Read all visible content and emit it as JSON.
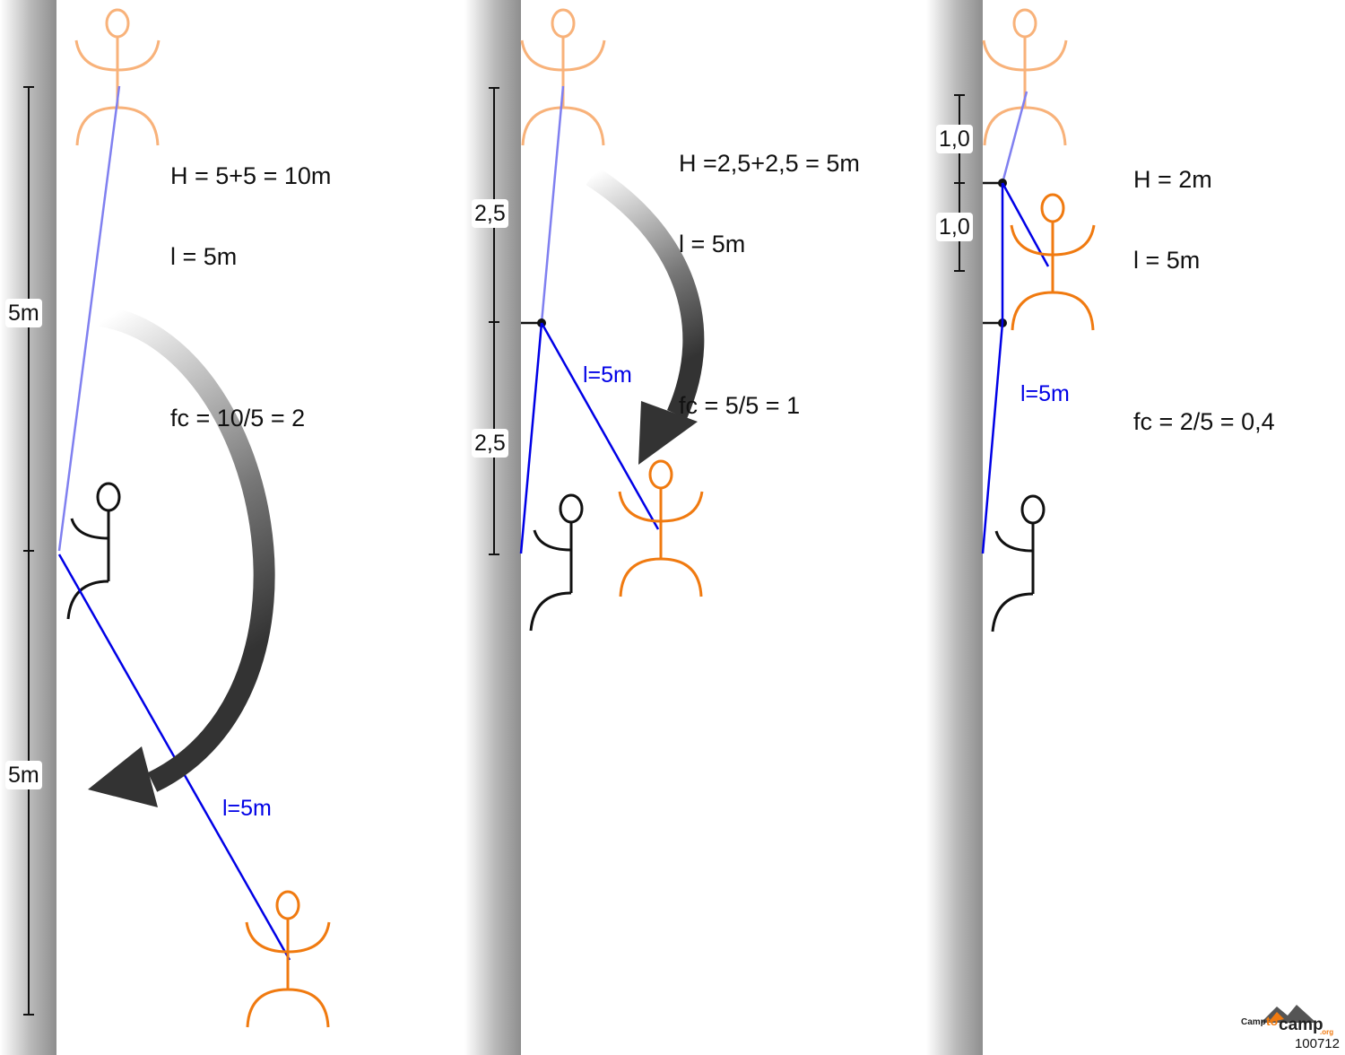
{
  "panels": [
    {
      "formula": {
        "line1": "H = 5+5 = 10m",
        "line2": "l = 5m",
        "line3": "fc = 10/5 = 2"
      },
      "scale_labels": [
        "5m",
        "5m"
      ],
      "rope_label": "l=5m"
    },
    {
      "formula": {
        "line1": "H =2,5+2,5 = 5m",
        "line2": "l = 5m",
        "line3": "fc = 5/5 = 1"
      },
      "scale_labels": [
        "2,5",
        "2,5"
      ],
      "rope_label": "l=5m"
    },
    {
      "formula": {
        "line1": "H = 2m",
        "line2": "l = 5m",
        "line3": "fc = 2/5 = 0,4"
      },
      "scale_labels": [
        "1,0",
        "1,0"
      ],
      "rope_label": "l=5m"
    }
  ],
  "logo": {
    "wordmark_small": "Camp",
    "wordmark_mid": "to",
    "wordmark_big": "camp",
    "wordmark_suffix": ".org",
    "image_id": "100712"
  },
  "colors": {
    "wall": "#9a9a9a",
    "rope": "#0000e6",
    "rope_faded": "#8080f0",
    "climber": "#111111",
    "faller": "#f07a10",
    "faller_faded": "#f8b27a",
    "arrow": "#333333"
  },
  "icons": [
    "falling-climber-icon",
    "belayer-icon",
    "fall-arrow-icon",
    "carabiner-anchor-icon"
  ]
}
